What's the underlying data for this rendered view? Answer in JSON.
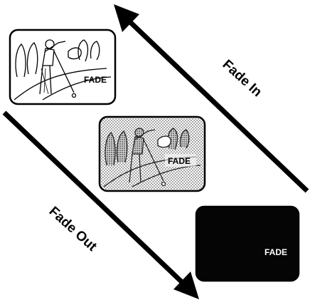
{
  "labels": {
    "fade_in": "Fade In",
    "fade_out": "Fade Out"
  },
  "frames": [
    {
      "id": "frame-full",
      "tag": "FADE",
      "style": "line-art"
    },
    {
      "id": "frame-half",
      "tag": "FADE",
      "style": "halftone"
    },
    {
      "id": "frame-black",
      "tag": "FADE",
      "style": "black"
    }
  ],
  "colors": {
    "ink": "#000000",
    "paper": "#ffffff",
    "black_frame": "#050505"
  }
}
